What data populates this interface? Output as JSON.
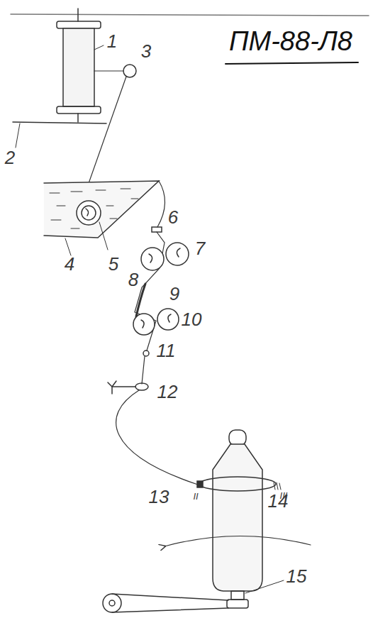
{
  "diagram": {
    "title": "ПМ-88-Л8",
    "labels": [
      "1",
      "2",
      "3",
      "4",
      "5",
      "6",
      "7",
      "8",
      "9",
      "10",
      "11",
      "12",
      "13",
      "14",
      "15",
      "II",
      "III"
    ]
  }
}
